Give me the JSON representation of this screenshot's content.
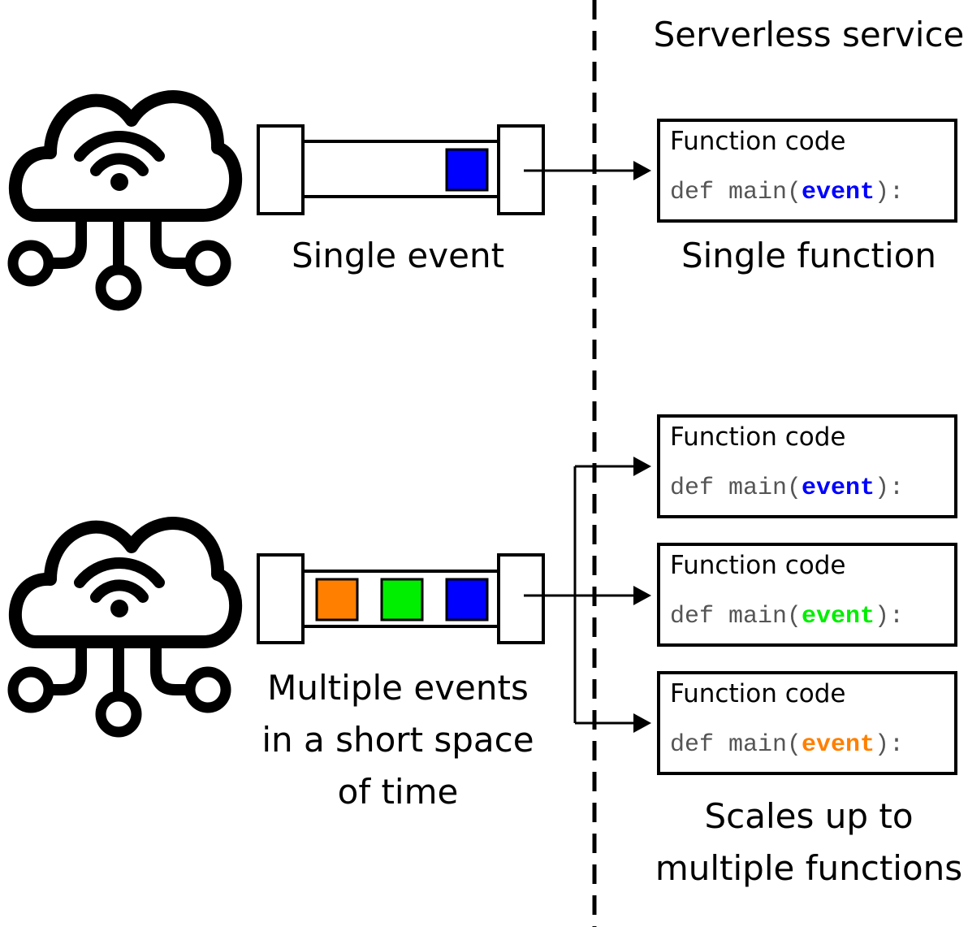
{
  "header": {
    "title": "Serverless service"
  },
  "icons": {
    "source": "cloud-iot-icon"
  },
  "colors": {
    "blue": "#0000ff",
    "green": "#00ee00",
    "orange": "#ff7f00",
    "code_text": "#555555"
  },
  "top": {
    "queue_label": "Single event",
    "result_label": "Single function",
    "function": {
      "title": "Function code",
      "code_prefix": "def main(",
      "code_arg": "event",
      "code_suffix": "):",
      "arg_color": "#0000ff"
    }
  },
  "bottom": {
    "queue_label_lines": [
      "Multiple events",
      "in a short space",
      "of time"
    ],
    "result_label_lines": [
      "Scales up to",
      "multiple functions"
    ],
    "functions": [
      {
        "title": "Function code",
        "code_prefix": "def main(",
        "code_arg": "event",
        "code_suffix": "):",
        "arg_color": "#0000ff"
      },
      {
        "title": "Function code",
        "code_prefix": "def main(",
        "code_arg": "event",
        "code_suffix": "):",
        "arg_color": "#00ee00"
      },
      {
        "title": "Function code",
        "code_prefix": "def main(",
        "code_arg": "event",
        "code_suffix": "):",
        "arg_color": "#ff7f00"
      }
    ]
  }
}
